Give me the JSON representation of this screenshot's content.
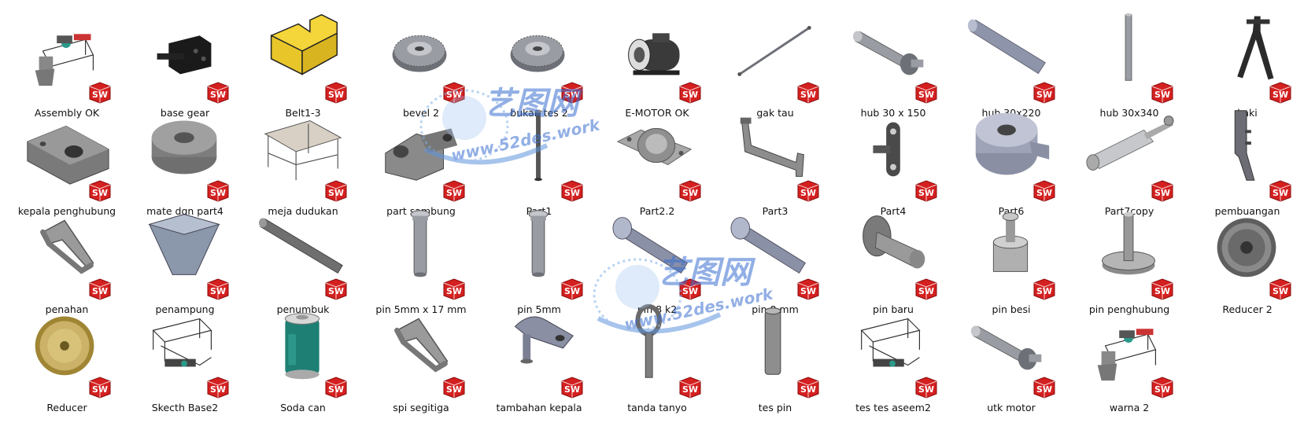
{
  "files": [
    {
      "label": "Assembly OK",
      "icon": "assembly-icon"
    },
    {
      "label": "base gear",
      "icon": "bracket-icon"
    },
    {
      "label": "Belt1-3",
      "icon": "yellow-block-icon"
    },
    {
      "label": "bevel 2",
      "icon": "bevel-gear-icon"
    },
    {
      "label": "bukan tes 2",
      "icon": "bevel-gear-icon"
    },
    {
      "label": "E-MOTOR OK",
      "icon": "motor-icon"
    },
    {
      "label": "gak tau",
      "icon": "thin-rod-icon"
    },
    {
      "label": "hub 30 x 150",
      "icon": "shaft-icon"
    },
    {
      "label": "hub 30x220",
      "icon": "long-shaft-icon"
    },
    {
      "label": "hub 30x340",
      "icon": "vertical-rod-icon"
    },
    {
      "label": "kaki",
      "icon": "leg-stand-icon"
    },
    {
      "label": "kepala penghubung",
      "icon": "clamp-block-icon"
    },
    {
      "label": "mate dgn part4",
      "icon": "collar-icon"
    },
    {
      "label": "meja dudukan",
      "icon": "table-icon"
    },
    {
      "label": "part sambung",
      "icon": "clevis-icon"
    },
    {
      "label": "Part1",
      "icon": "thin-vertical-rod-icon"
    },
    {
      "label": "Part2.2",
      "icon": "flange-mount-icon"
    },
    {
      "label": "Part3",
      "icon": "bracket-frame-icon"
    },
    {
      "label": "Part4",
      "icon": "link-plate-icon"
    },
    {
      "label": "Part6",
      "icon": "clamp-collar-icon"
    },
    {
      "label": "Part7copy",
      "icon": "cylinder-actuator-icon"
    },
    {
      "label": "pembuangan",
      "icon": "chute-icon"
    },
    {
      "label": "penahan",
      "icon": "triangle-hook-icon"
    },
    {
      "label": "penampung",
      "icon": "hopper-icon"
    },
    {
      "label": "penumbuk",
      "icon": "rod-icon"
    },
    {
      "label": "pin 5mm x 17 mm",
      "icon": "pin-icon"
    },
    {
      "label": "pin 5mm",
      "icon": "pin-icon"
    },
    {
      "label": "pin 8 k2",
      "icon": "headed-pin-icon"
    },
    {
      "label": "pin 8 mm",
      "icon": "headed-pin-icon"
    },
    {
      "label": "pin baru",
      "icon": "mushroom-pin-icon"
    },
    {
      "label": "pin besi",
      "icon": "stepped-pin-icon"
    },
    {
      "label": "pin penghubung",
      "icon": "flanged-pin-icon"
    },
    {
      "label": "Reducer 2",
      "icon": "pulley-icon"
    },
    {
      "label": "Reducer",
      "icon": "gold-pulley-icon"
    },
    {
      "label": "Skecth Base2",
      "icon": "sketch-frame-icon"
    },
    {
      "label": "Soda can",
      "icon": "soda-can-icon"
    },
    {
      "label": "spi segitiga",
      "icon": "triangle-hook-icon"
    },
    {
      "label": "tambahan kepala",
      "icon": "tab-pin-icon"
    },
    {
      "label": "tanda tanyo",
      "icon": "eye-bolt-icon"
    },
    {
      "label": "tes pin",
      "icon": "vertical-pin-icon"
    },
    {
      "label": "tes tes aseem2",
      "icon": "sketch-frame-icon"
    },
    {
      "label": "utk motor",
      "icon": "shaft-icon"
    },
    {
      "label": "warna 2",
      "icon": "assembly-icon"
    }
  ],
  "badge": {
    "text": "SW",
    "color": "#d42020"
  },
  "watermark": {
    "brand": "艺图网",
    "url": "www.52des.work"
  }
}
